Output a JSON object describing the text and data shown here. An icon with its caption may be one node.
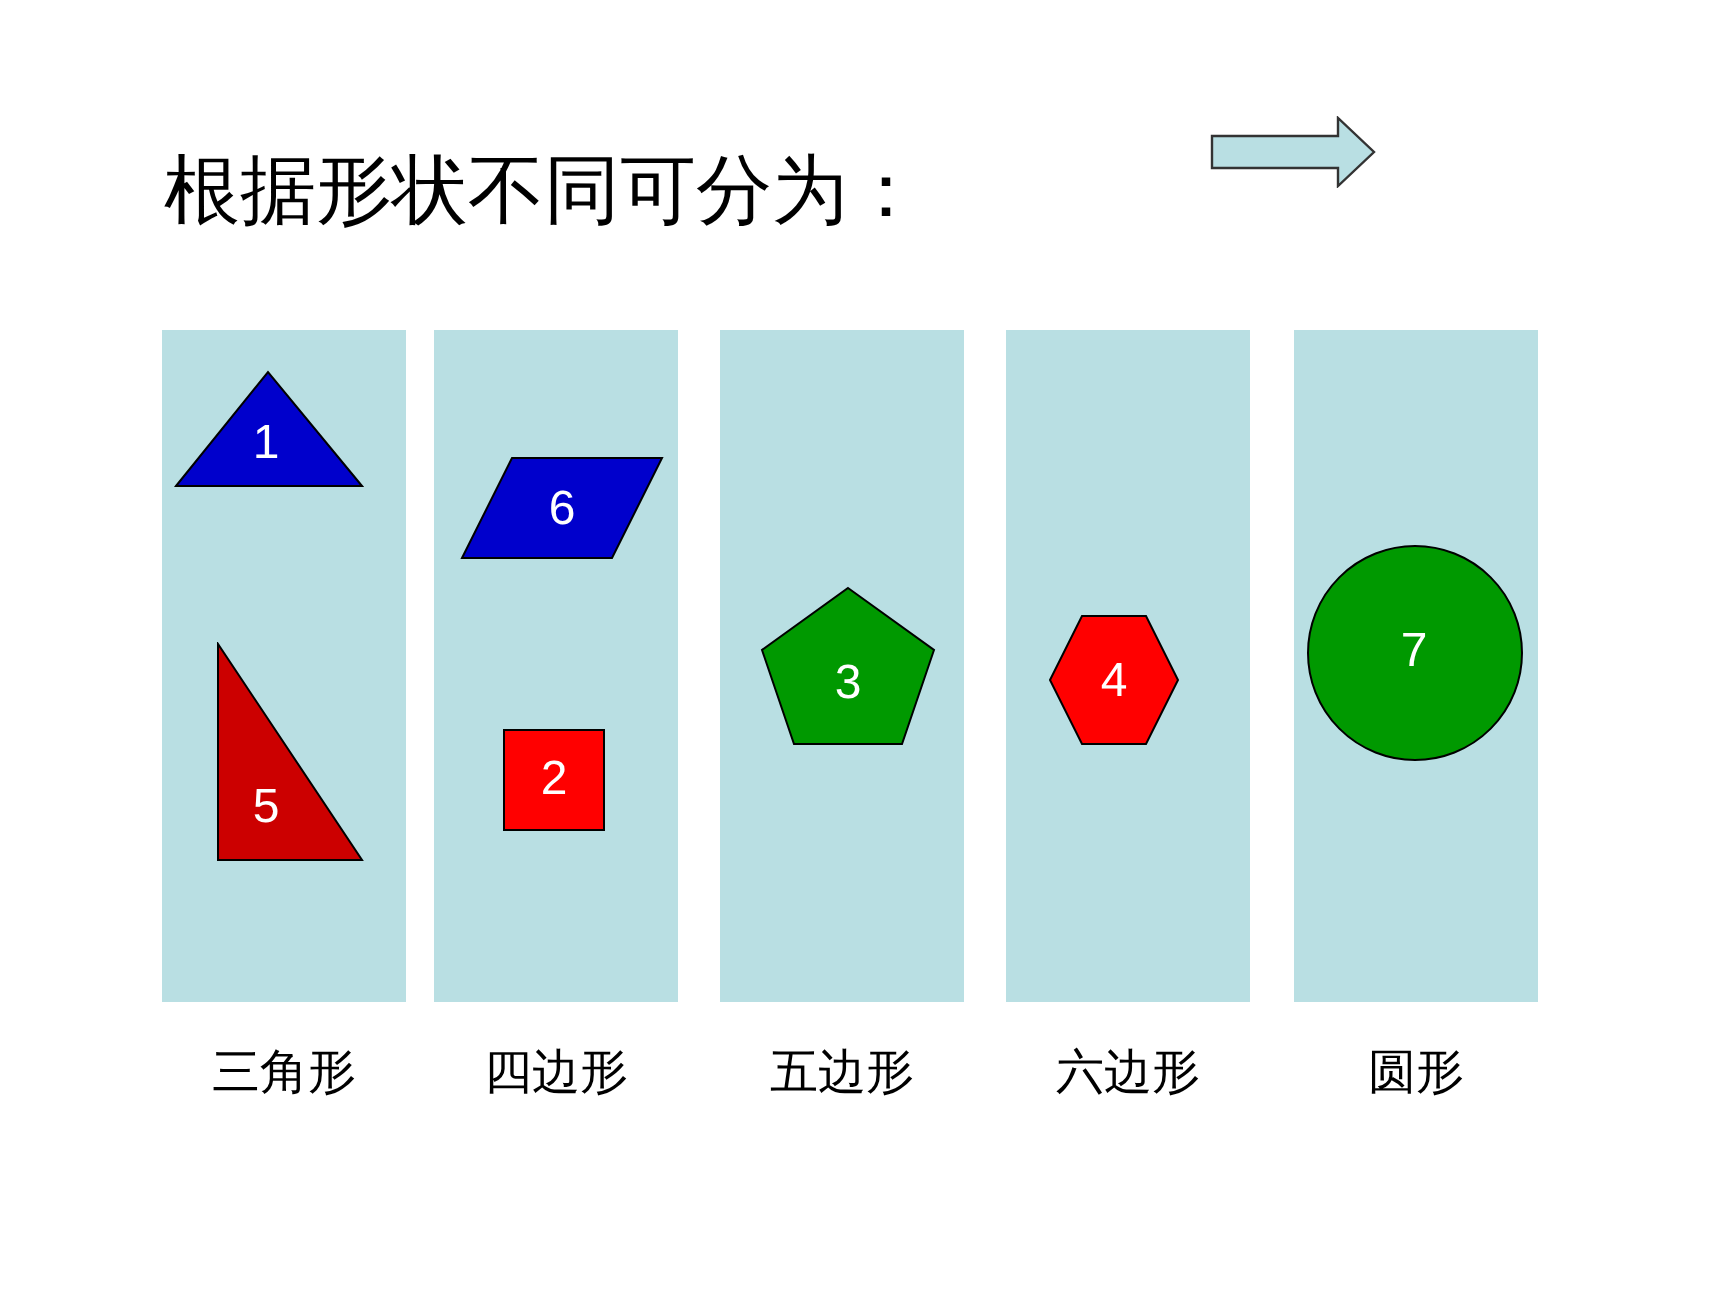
{
  "diagram": {
    "title": "根据形状不同可分为：",
    "nodes": [
      {
        "text": [
          "三角形"
        ]
      },
      {
        "text": [
          "1"
        ],
        "in": 0
      },
      {
        "text": [
          "5"
        ],
        "in": 0
      },
      {
        "text": [
          "四边形"
        ]
      },
      {
        "text": [
          "6"
        ],
        "in": 3
      },
      {
        "text": [
          "2"
        ],
        "in": 3
      },
      {
        "text": [
          "五边形"
        ]
      },
      {
        "text": [
          "3"
        ],
        "in": 6
      },
      {
        "text": [
          "六边形"
        ]
      },
      {
        "text": [
          "4"
        ],
        "in": 8
      },
      {
        "text": [
          "圆形"
        ]
      },
      {
        "text": [
          "7"
        ],
        "in": 10
      }
    ]
  }
}
